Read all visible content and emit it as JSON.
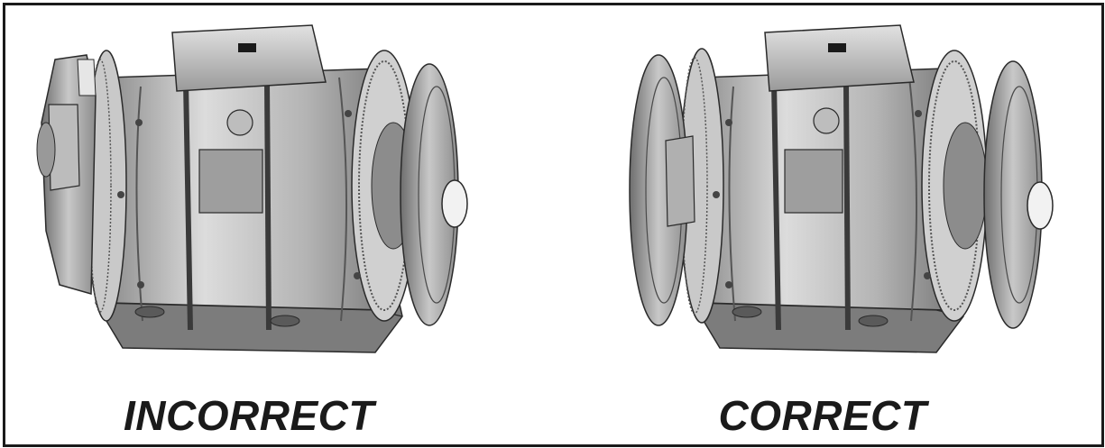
{
  "figure": {
    "panels": [
      {
        "id": "incorrect",
        "caption": "INCORRECT",
        "caliper_on_left_disc": true,
        "illustration": "motor-brake-assembly-icon"
      },
      {
        "id": "correct",
        "caption": "CORRECT",
        "caliper_on_left_disc": false,
        "illustration": "motor-brake-assembly-icon"
      }
    ]
  },
  "colors": {
    "border": "#1a1a1a",
    "caption": "#1a1a1a",
    "metal_light": "#d6d6d6",
    "metal_mid": "#a9a9a9",
    "metal_dark": "#6e6e6e",
    "outline": "#2a2a2a"
  }
}
